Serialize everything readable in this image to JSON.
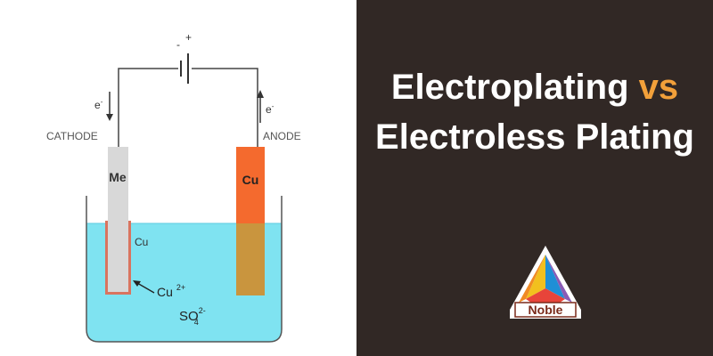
{
  "diagram": {
    "battery": {
      "minus": "-",
      "plus": "+"
    },
    "cathode": {
      "label": "CATHODE",
      "electron": "e",
      "electron_sup": "-",
      "metal": "Me",
      "coating": "Cu"
    },
    "anode": {
      "label": "ANODE",
      "electron": "e",
      "electron_sup": "-",
      "metal": "Cu"
    },
    "ion": {
      "label": "Cu",
      "charge": "2+"
    },
    "sulfate": {
      "base": "SO",
      "sub": "4",
      "sup": "2-"
    },
    "colors": {
      "solution": "#7fe3f1",
      "cathode_rod": "#d8d8d8",
      "coating": "#d9745f",
      "anode_top": "#f46a2e",
      "anode_submerged": "#c9953e",
      "wire": "#444444"
    }
  },
  "banner": {
    "title_line1_main": "Electroplating",
    "title_line1_accent": "vs",
    "title_line2": "Electroless Plating",
    "colors": {
      "background": "#312825",
      "text": "#ffffff",
      "accent": "#f2a03a"
    }
  },
  "logo": {
    "text": "Noble",
    "icon": "noble-triangle-logo"
  }
}
